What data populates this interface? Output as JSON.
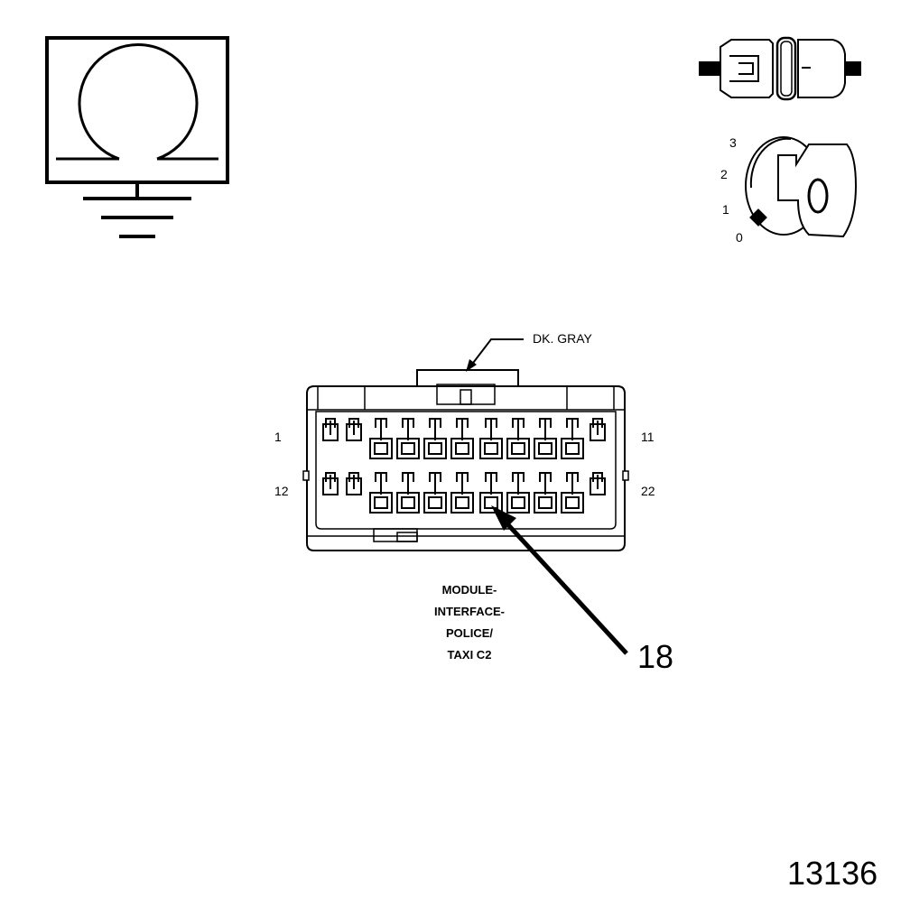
{
  "ohmmeter_symbol": {
    "icon": "ohm-meter-ground-icon",
    "glyph": "Ω"
  },
  "ignition": {
    "connector_icon": "disconnected-connector-icon",
    "key_icon": "ignition-key-off-icon",
    "positions": [
      "3",
      "2",
      "1",
      "0"
    ],
    "key_position_label": "0"
  },
  "connector": {
    "color_label": "DK. GRAY",
    "pin_left_top": "1",
    "pin_right_top": "11",
    "pin_left_bottom": "12",
    "pin_right_bottom": "22",
    "name_lines": [
      "MODULE-",
      "INTERFACE-",
      "POLICE/",
      "TAXI C2"
    ],
    "callout_pin": "18"
  },
  "figure_number": "13136"
}
